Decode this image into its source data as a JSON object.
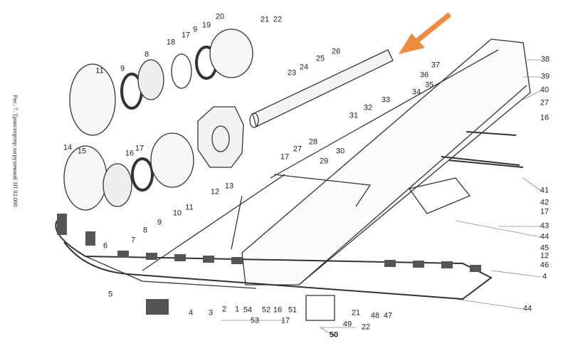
{
  "caption": "Рис. 7. Транспортер загрузочный ЗП 02.000",
  "arrow_color": "#f08a3c",
  "labels": [
    "11",
    "9",
    "8",
    "18",
    "17",
    "9",
    "19",
    "20",
    "21",
    "22",
    "26",
    "23",
    "24",
    "25",
    "36",
    "37",
    "38",
    "39",
    "40",
    "27",
    "16",
    "34",
    "35",
    "33",
    "32",
    "31",
    "17",
    "27",
    "28",
    "30",
    "29",
    "14",
    "15",
    "16",
    "17",
    "13",
    "12",
    "11",
    "10",
    "9",
    "8",
    "7",
    "6",
    "41",
    "42",
    "17",
    "43",
    "44",
    "45",
    "12",
    "46",
    "4",
    "44",
    "5",
    "4",
    "3",
    "2",
    "1",
    "54",
    "52",
    "16",
    "51",
    "53",
    "17",
    "48",
    "47",
    "21",
    "49",
    "22",
    "50"
  ]
}
